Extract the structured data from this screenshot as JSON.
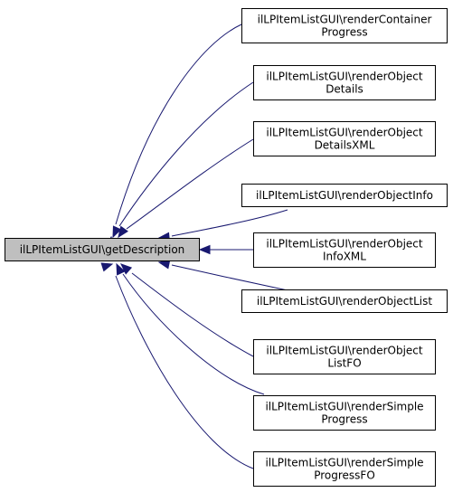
{
  "diagram": {
    "type": "call-graph",
    "colors": {
      "edge": "#191970",
      "main_node_fill": "#bfbfbf",
      "node_fill": "#ffffff",
      "node_border": "#000000"
    },
    "main_node": {
      "label": "ilLPItemListGUI\\getDescription"
    },
    "callers": [
      {
        "lines": [
          "ilLPItemListGUI\\renderContainer",
          "Progress"
        ]
      },
      {
        "lines": [
          "ilLPItemListGUI\\renderObject",
          "Details"
        ]
      },
      {
        "lines": [
          "ilLPItemListGUI\\renderObject",
          "DetailsXML"
        ]
      },
      {
        "lines": [
          "ilLPItemListGUI\\renderObjectInfo"
        ]
      },
      {
        "lines": [
          "ilLPItemListGUI\\renderObject",
          "InfoXML"
        ]
      },
      {
        "lines": [
          "ilLPItemListGUI\\renderObjectList"
        ]
      },
      {
        "lines": [
          "ilLPItemListGUI\\renderObject",
          "ListFO"
        ]
      },
      {
        "lines": [
          "ilLPItemListGUI\\renderSimple",
          "Progress"
        ]
      },
      {
        "lines": [
          "ilLPItemListGUI\\renderSimple",
          "ProgressFO"
        ]
      }
    ]
  }
}
